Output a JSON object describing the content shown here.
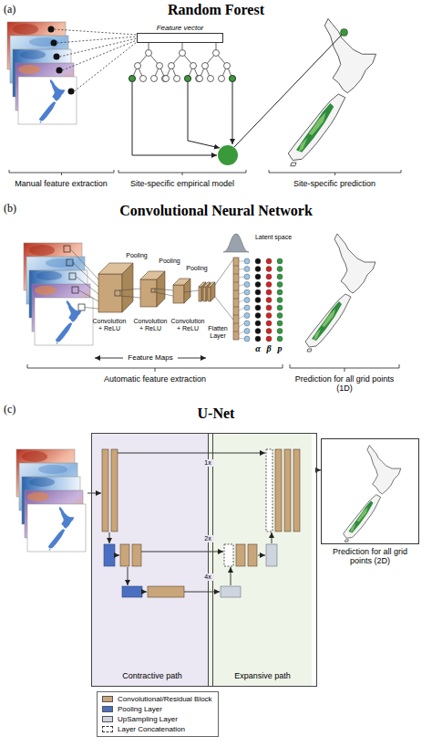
{
  "diagram": {
    "nodes": [
      {
        "text": [
          "Feature vector"
        ]
      },
      {
        "text": [
          "Contractive path"
        ]
      },
      {
        "text": [
          "Expansive path"
        ]
      },
      {
        "text": [
          "Prediction for all grid points (2D)"
        ]
      }
    ],
    "edges": [
      {
        "from": 2,
        "to": 3,
        "arrow": "to"
      }
    ],
    "labels": [
      "(a)",
      "Random Forest",
      "Manual feature extraction",
      "Site-specific empirical model",
      "Site-specific prediction",
      "(b)",
      "Convolutional Neural Network",
      "Pooling",
      "Pooling",
      "Pooling",
      "Latent space",
      "Convolution + ReLU",
      "Convolution + ReLU",
      "Convolution + ReLU",
      "Flatten Layer",
      "Feature Maps",
      "α",
      "β",
      "p",
      "Automatic feature extraction",
      "Prediction for all grid points (1D)",
      "(c)",
      "U-Net",
      "1x",
      "2x",
      "4x"
    ],
    "legend": [
      {
        "text": "Convolutional/Residual Block",
        "color": "#c9a57a"
      },
      {
        "text": "Pooling Layer",
        "color": "#4a6fc0"
      },
      {
        "text": "UpSampling Layer",
        "color": "#cfd5de"
      },
      {
        "text": "Layer Concatenation"
      }
    ]
  }
}
